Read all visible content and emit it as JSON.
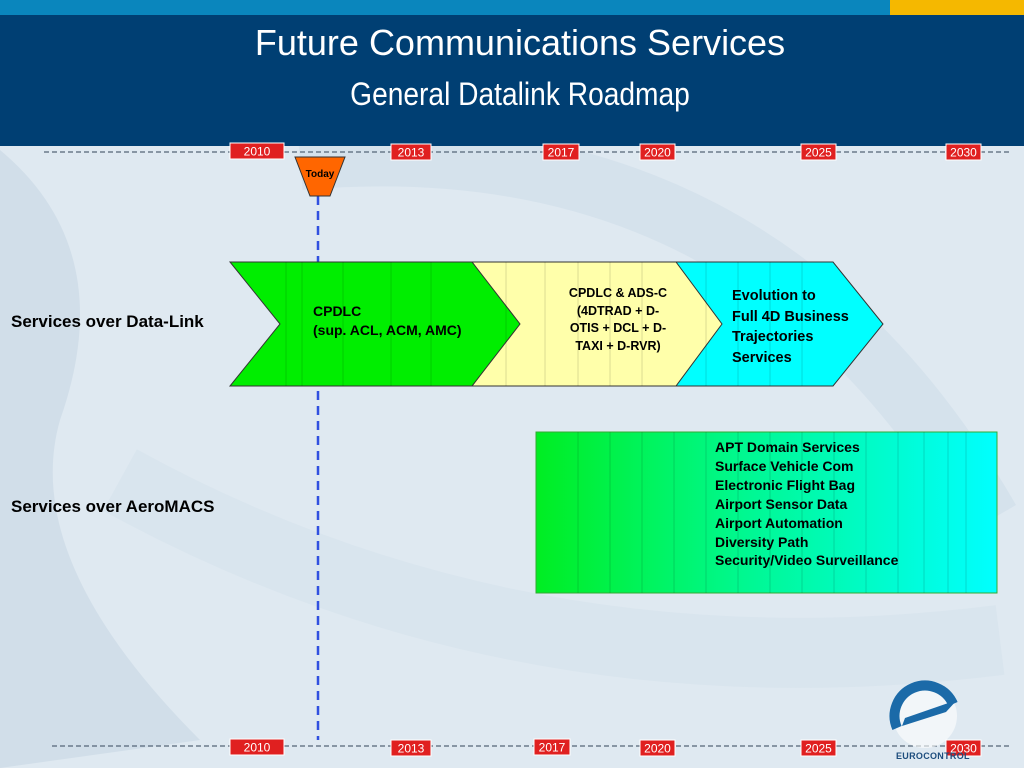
{
  "title": "Future Communications Services",
  "subtitle": "General Datalink Roadmap",
  "years": [
    "2010",
    "2013",
    "2017",
    "2020",
    "2025",
    "2030"
  ],
  "today_label": "Today",
  "rows": {
    "datalink": "Services over Data-Link",
    "aeromacs": "Services over AeroMACS"
  },
  "blocks": {
    "cpdlc": [
      "CPDLC",
      "(sup. ACL, ACM, AMC)"
    ],
    "cpdlc_adsc": [
      "CPDLC & ADS-C",
      "(4DTRAD + D-",
      "OTIS + DCL + D-",
      "TAXI + D-RVR)"
    ],
    "evolution": [
      "Evolution to",
      "Full 4D Business",
      "Trajectories",
      "Services"
    ],
    "aeromacs_services": [
      "APT Domain Services",
      "Surface Vehicle Com",
      "Electronic Flight Bag",
      "Airport Sensor Data",
      "Airport Automation",
      "Diversity Path",
      "Security/Video Surveillance"
    ]
  },
  "logo_text": "EUROCONTROL",
  "colors": {
    "header_bg": "#003f73",
    "top_bar": "#0a86bd",
    "accent_yellow": "#f5b800",
    "year_box": "#e02020",
    "today_marker": "#ff6600",
    "today_line": "#3050e0",
    "cpdlc_green": "#00ee00",
    "adsc_yellow": "#ffffaa",
    "evolution_cyan": "#00ffff"
  }
}
